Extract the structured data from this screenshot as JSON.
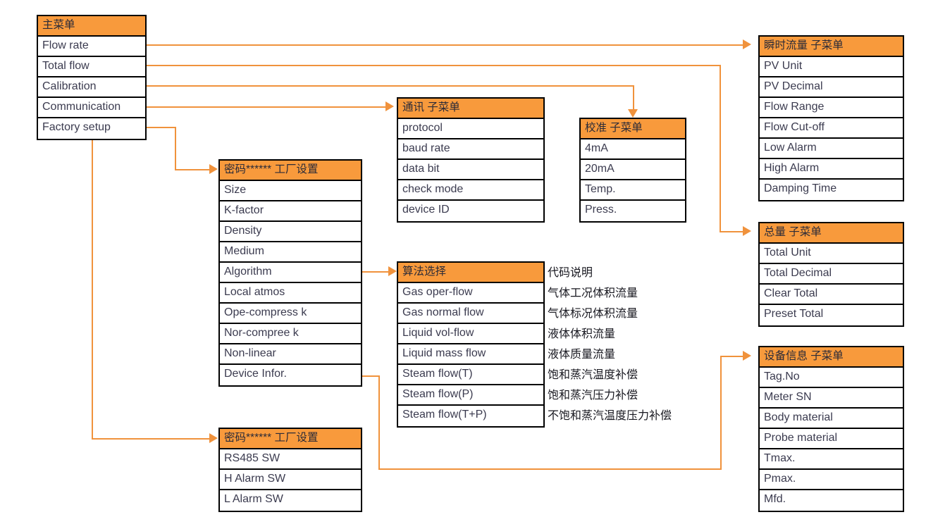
{
  "diagram": {
    "title": "Flow meter menu structure",
    "accent_color": "#F89A3C",
    "connector_color": "#F0923C",
    "border_color": "#000000",
    "text_color": "#3b3b4f"
  },
  "main_menu": {
    "header": "主菜单",
    "items": [
      "Flow rate",
      "Total flow",
      "Calibration",
      "Communication",
      "Factory setup"
    ]
  },
  "flow_rate_submenu": {
    "header": "瞬时流量 子菜单",
    "items": [
      "PV Unit",
      "PV Decimal",
      "Flow Range",
      "Flow Cut-off",
      "Low Alarm",
      "High Alarm",
      "Damping Time"
    ]
  },
  "total_flow_submenu": {
    "header": "总量 子菜单",
    "items": [
      "Total Unit",
      "Total Decimal",
      "Clear Total",
      "Preset Total"
    ]
  },
  "device_info_submenu": {
    "header": "设备信息 子菜单",
    "items": [
      "Tag.No",
      "Meter SN",
      "Body material",
      "Probe material",
      "Tmax.",
      "Pmax.",
      "Mfd."
    ]
  },
  "communication_submenu": {
    "header": "通讯 子菜单",
    "items": [
      "protocol",
      "baud rate",
      "data bit",
      "check mode",
      "device ID"
    ]
  },
  "calibration_submenu": {
    "header": "校准 子菜单",
    "items": [
      "4mA",
      "20mA",
      "Temp.",
      "Press."
    ]
  },
  "factory_setup_submenu": {
    "header": "密码****** 工厂设置",
    "items": [
      "Size",
      "K-factor",
      "Density",
      "Medium",
      "Algorithm",
      "Local atmos",
      "Ope-compress k",
      "Nor-compree k",
      "Non-linear",
      "Device Infor."
    ]
  },
  "factory_setup_switch_submenu": {
    "header": "密码****** 工厂设置",
    "items": [
      "RS485 SW",
      "H Alarm SW",
      "L Alarm SW"
    ]
  },
  "algorithm_submenu": {
    "header": "算法选择",
    "items": [
      "Gas oper-flow",
      "Gas normal flow",
      "Liquid vol-flow",
      "Liquid mass flow",
      "Steam flow(T)",
      "Steam flow(P)",
      "Steam flow(T+P)"
    ]
  },
  "algorithm_descriptions": {
    "header": "代码说明",
    "items": [
      "气体工况体积流量",
      "气体标况体积流量",
      "液体体积流量",
      "液体质量流量",
      "饱和蒸汽温度补偿",
      "饱和蒸汽压力补偿",
      "不饱和蒸汽温度压力补偿"
    ]
  }
}
